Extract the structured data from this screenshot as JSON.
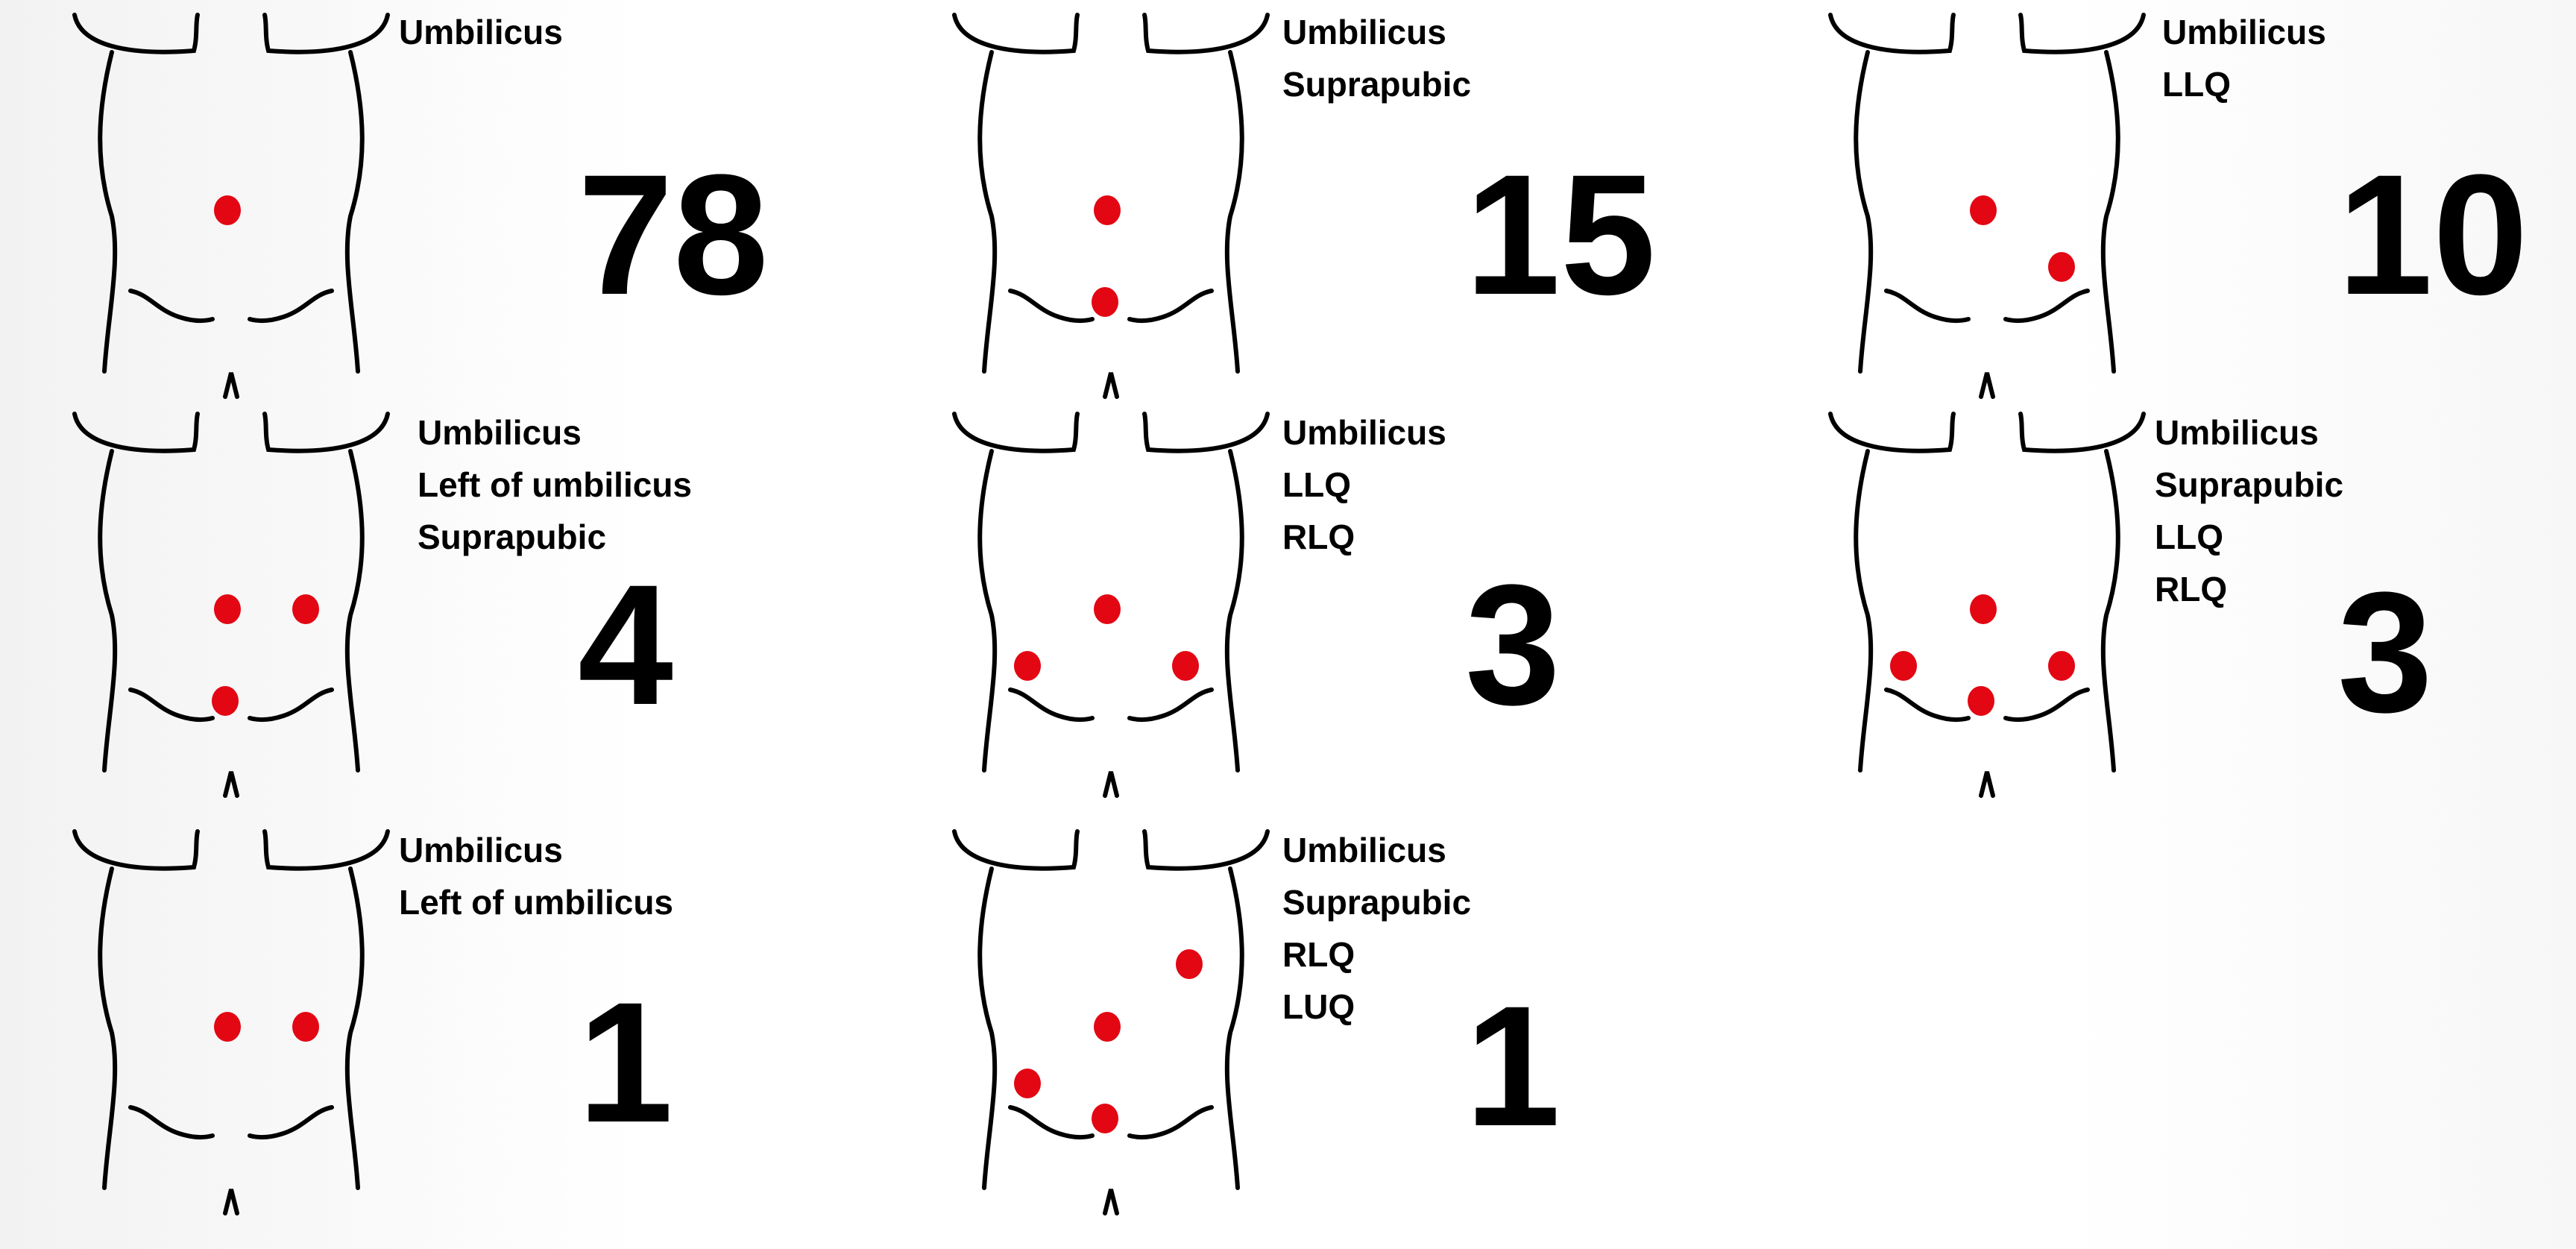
{
  "colors": {
    "outline": "#000000",
    "dot": "#e30613",
    "text": "#000000"
  },
  "panels": [
    {
      "sites": [
        "Umbilicus"
      ],
      "count": "78",
      "dots": [
        "umbilicus"
      ]
    },
    {
      "sites": [
        "Umbilicus",
        "Suprapubic"
      ],
      "count": "15",
      "dots": [
        "umbilicus",
        "suprapubic"
      ]
    },
    {
      "sites": [
        "Umbilicus",
        "LLQ"
      ],
      "count": "10",
      "dots": [
        "umbilicus",
        "llq"
      ]
    },
    {
      "sites": [
        "Umbilicus",
        "Left of umbilicus",
        "Suprapubic"
      ],
      "count": "4",
      "dots": [
        "umbilicus",
        "left-of-umbilicus",
        "suprapubic"
      ]
    },
    {
      "sites": [
        "Umbilicus",
        "LLQ",
        "RLQ"
      ],
      "count": "3",
      "dots": [
        "umbilicus",
        "llq",
        "rlq"
      ]
    },
    {
      "sites": [
        "Umbilicus",
        "Suprapubic",
        "LLQ",
        "RLQ"
      ],
      "count": "3",
      "dots": [
        "umbilicus",
        "suprapubic",
        "llq",
        "rlq"
      ]
    },
    {
      "sites": [
        "Umbilicus",
        "Left of umbilicus"
      ],
      "count": "1",
      "dots": [
        "umbilicus",
        "left-of-umbilicus"
      ]
    },
    {
      "sites": [
        "Umbilicus",
        "Suprapubic",
        "RLQ",
        "LUQ"
      ],
      "count": "1",
      "dots": [
        "umbilicus",
        "suprapubic",
        "rlq",
        "luq"
      ]
    }
  ]
}
